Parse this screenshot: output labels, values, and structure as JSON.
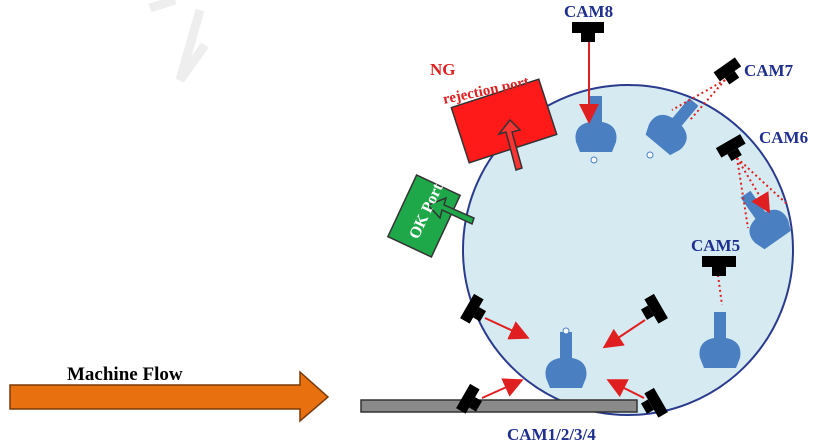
{
  "diagram": {
    "labels": {
      "cam8": "CAM8",
      "cam7": "CAM7",
      "cam6": "CAM6",
      "cam5": "CAM5",
      "cam1234": "CAM1/2/3/4",
      "machine_flow": "Machine Flow",
      "ng": "NG",
      "rejection_port": "rejection port",
      "ok_port": "OK Port"
    },
    "colors": {
      "turntable": "#d6eaf2",
      "turntable_edge": "#2a3a8c",
      "part": "#4a7fc1",
      "camera": "#000000",
      "view_line": "#e02020",
      "ng_box": "#ff1a1a",
      "ok_box": "#1fa84a",
      "flow_arrow": "#e8700f",
      "conveyor": "#8a8a8a",
      "label_text": "#1f2f8f"
    }
  }
}
